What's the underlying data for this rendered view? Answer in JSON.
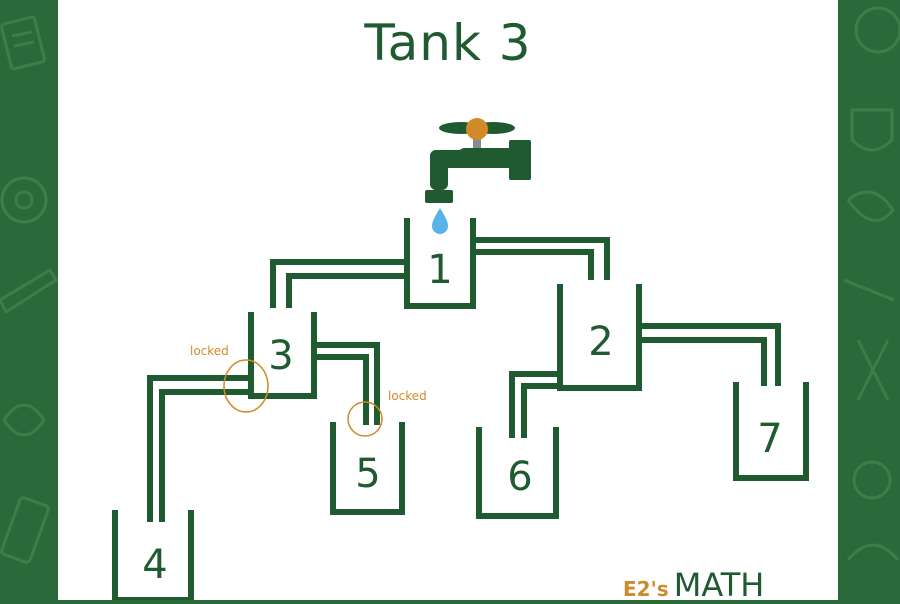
{
  "title": "Tank 3",
  "tanks": [
    {
      "id": "1",
      "label": "1"
    },
    {
      "id": "2",
      "label": "2"
    },
    {
      "id": "3",
      "label": "3"
    },
    {
      "id": "4",
      "label": "4"
    },
    {
      "id": "5",
      "label": "5"
    },
    {
      "id": "6",
      "label": "6"
    },
    {
      "id": "7",
      "label": "7"
    }
  ],
  "locks": [
    {
      "label": "locked",
      "pipe": "tank 3 to tank 4"
    },
    {
      "label": "locked",
      "pipe": "tank 3 to tank 5"
    }
  ],
  "brand": {
    "part1": "E2's",
    "part2": "MATH"
  },
  "colors": {
    "pipe": "#1f5a30",
    "lock": "#d08a2a",
    "water": "#5ab3e8",
    "background": "#2a6a3a"
  },
  "icons": [
    "faucet-icon",
    "water-drop-icon"
  ]
}
